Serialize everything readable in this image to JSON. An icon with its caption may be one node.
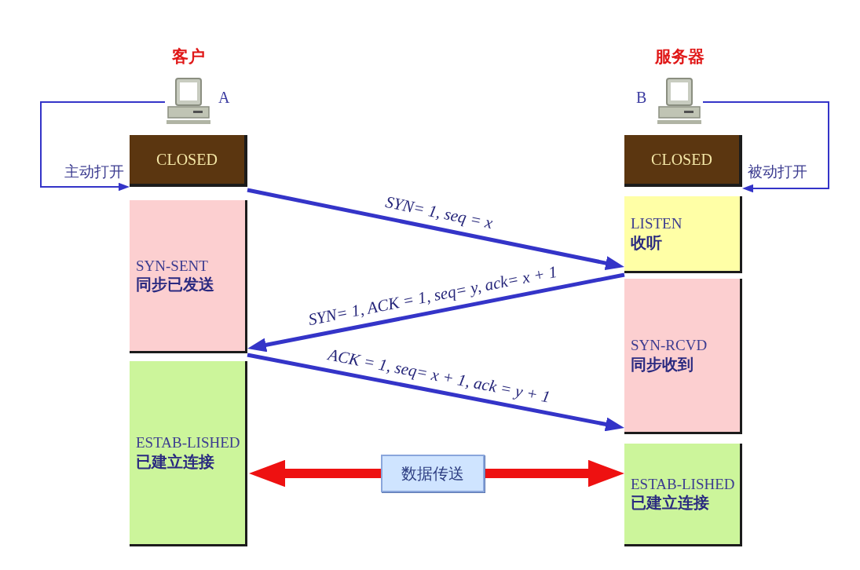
{
  "diagram": {
    "nodes": [
      {
        "text": [
          "客户"
        ],
        "beside": [
          "A"
        ]
      },
      {
        "text": [
          "服务器"
        ],
        "beside": [
          "B"
        ]
      },
      {
        "text": [
          "CLOSED"
        ]
      },
      {
        "text": [
          "SYN-SENT",
          "同步已发送"
        ]
      },
      {
        "text": [
          "ESTAB-LISHED",
          "已建立连接"
        ]
      },
      {
        "text": [
          "CLOSED"
        ]
      },
      {
        "text": [
          "LISTEN",
          "收听"
        ]
      },
      {
        "text": [
          "SYN-RCVD",
          "同步收到"
        ]
      },
      {
        "text": [
          "ESTAB-LISHED",
          "已建立连接"
        ]
      }
    ],
    "edges": [
      {
        "from": 0,
        "to": 2,
        "arrow": "to",
        "label": "主动打开"
      },
      {
        "from": 1,
        "to": 5,
        "arrow": "to",
        "label": "被动打开"
      },
      {
        "from": 2,
        "to": 6,
        "arrow": "to",
        "label": "SYN= 1, seq = x"
      },
      {
        "from": 6,
        "to": 3,
        "arrow": "to",
        "label": "SYN= 1, ACK = 1, seq= y, ack= x + 1"
      },
      {
        "from": 3,
        "to": 7,
        "arrow": "to",
        "label": "ACK = 1, seq= x + 1, ack = y + 1"
      },
      {
        "from": 4,
        "to": 8,
        "arrow": "both",
        "style": "thick",
        "color": "#ee1111",
        "label": "数据传送"
      }
    ]
  }
}
